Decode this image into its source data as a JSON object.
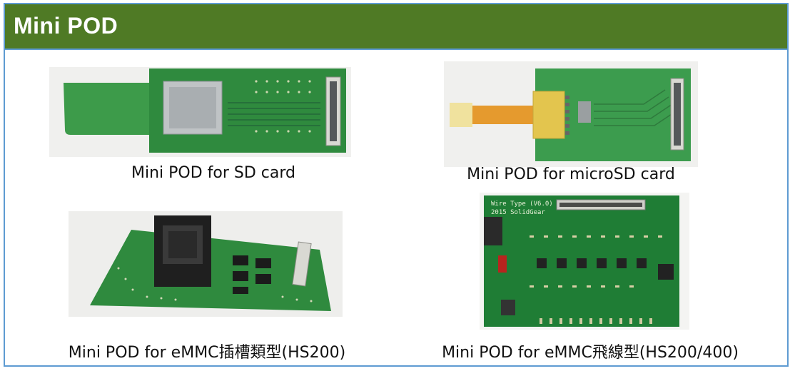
{
  "header": {
    "title": "Mini POD"
  },
  "products": [
    {
      "caption": "Mini POD for SD card"
    },
    {
      "caption": "Mini POD for microSD card"
    },
    {
      "caption": "Mini POD for eMMC插槽類型(HS200)"
    },
    {
      "caption": "Mini POD for eMMC飛線型(HS200/400)"
    }
  ],
  "pcb_labels": {
    "wire_type_version": "Wire Type (V6.0)",
    "wire_type_year": "2015 SolidGear"
  },
  "colors": {
    "header_green": "#4f7a25",
    "border_blue": "#5e9bd2",
    "pcb_green": "#2f8a3e",
    "flex_yellow": "#e3c54e"
  }
}
